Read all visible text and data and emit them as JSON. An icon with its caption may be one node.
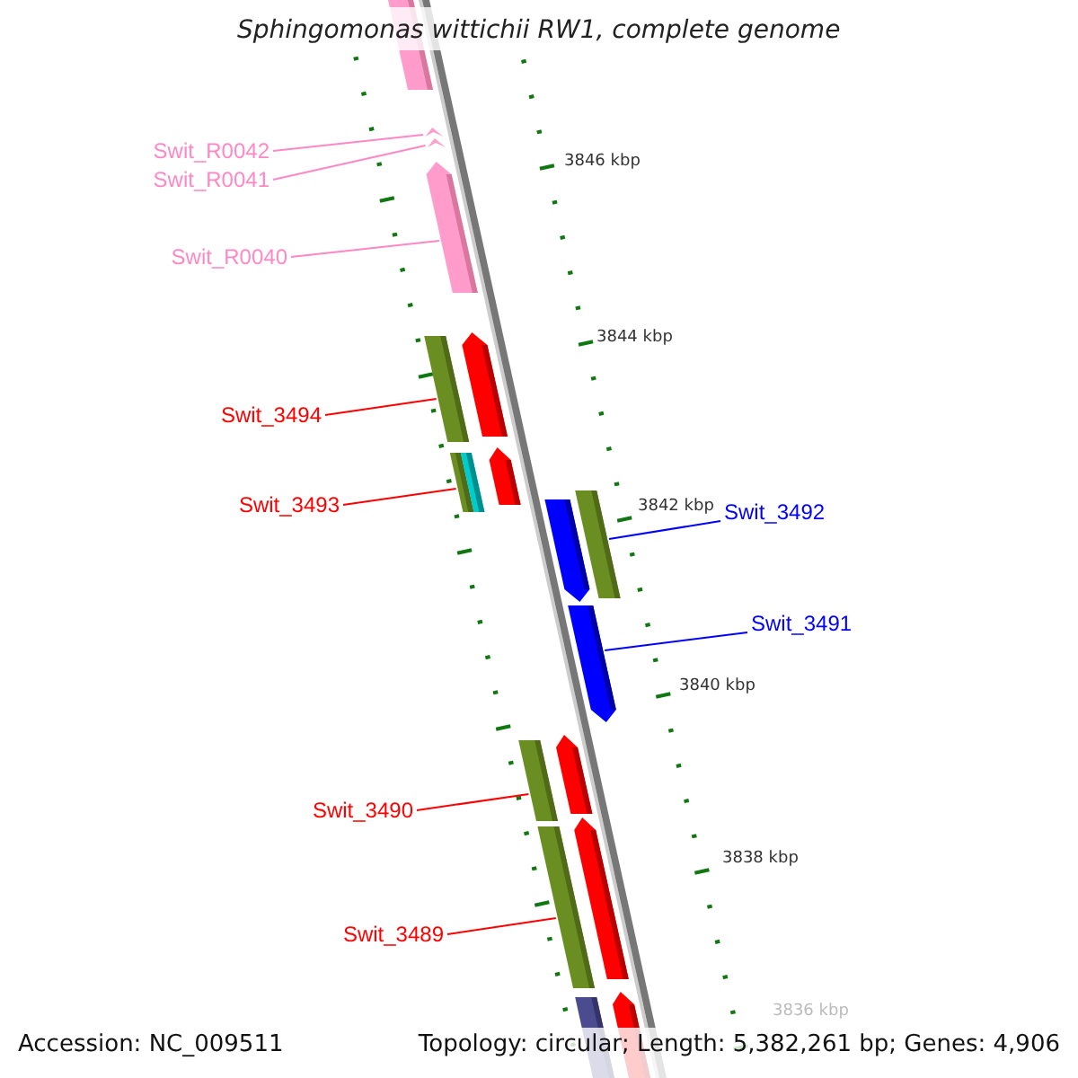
{
  "diagram": {
    "title": "Sphingomonas wittichii RW1, complete genome",
    "nodes": [
      {
        "text": [],
        "shape": "bar"
      },
      {
        "text": [
          "Swit_R0042"
        ]
      },
      {
        "text": [],
        "shape": "chevron"
      },
      {
        "text": [
          "Swit_R0041"
        ]
      },
      {
        "text": [],
        "shape": "chevron"
      },
      {
        "text": [
          "Swit_R0040"
        ]
      },
      {
        "text": [],
        "shape": "bar"
      },
      {
        "text": [],
        "shape": "bar"
      },
      {
        "text": [],
        "shape": "bar"
      },
      {
        "text": [
          "Swit_3494"
        ]
      },
      {
        "text": [],
        "shape": "bar"
      },
      {
        "text": [],
        "shape": "bar"
      },
      {
        "text": [],
        "shape": "bar"
      },
      {
        "text": [
          "Swit_3493"
        ]
      },
      {
        "text": [
          "Swit_3492"
        ]
      },
      {
        "text": [],
        "shape": "bar"
      },
      {
        "text": [],
        "shape": "bar"
      },
      {
        "text": [
          "Swit_3491"
        ]
      },
      {
        "text": [],
        "shape": "bar"
      },
      {
        "text": [],
        "shape": "bar"
      },
      {
        "text": [],
        "shape": "bar"
      },
      {
        "text": [
          "Swit_3490"
        ]
      },
      {
        "text": [],
        "shape": "bar"
      },
      {
        "text": [],
        "shape": "bar"
      },
      {
        "text": [
          "Swit_3489"
        ]
      },
      {
        "text": [],
        "shape": "bar"
      },
      {
        "text": [],
        "shape": "bar"
      }
    ],
    "edges": [
      {
        "from": 1,
        "to": 2,
        "arrow": "none",
        "color": "#ff88c4"
      },
      {
        "from": 3,
        "to": 4,
        "arrow": "none",
        "color": "#ff88c4"
      },
      {
        "from": 5,
        "to": 6,
        "arrow": "none",
        "color": "#ff88c4"
      },
      {
        "from": 9,
        "to": 7,
        "arrow": "none"
      },
      {
        "from": 13,
        "to": 10,
        "arrow": "none"
      },
      {
        "from": 14,
        "to": 16,
        "arrow": "none",
        "color": "#0000ff"
      },
      {
        "from": 17,
        "to": 18,
        "arrow": "none",
        "color": "#0000ff"
      },
      {
        "from": 21,
        "to": 19,
        "arrow": "none"
      },
      {
        "from": 24,
        "to": 22,
        "arrow": "none"
      }
    ],
    "labels": [
      "3846 kbp",
      "3844 kbp",
      "3842 kbp",
      "3840 kbp",
      "3838 kbp",
      "3836 kbp",
      "Accession: NC_009511",
      "Topology: circular; Length: 5,382,261 bp; Genes: 4,906"
    ]
  }
}
